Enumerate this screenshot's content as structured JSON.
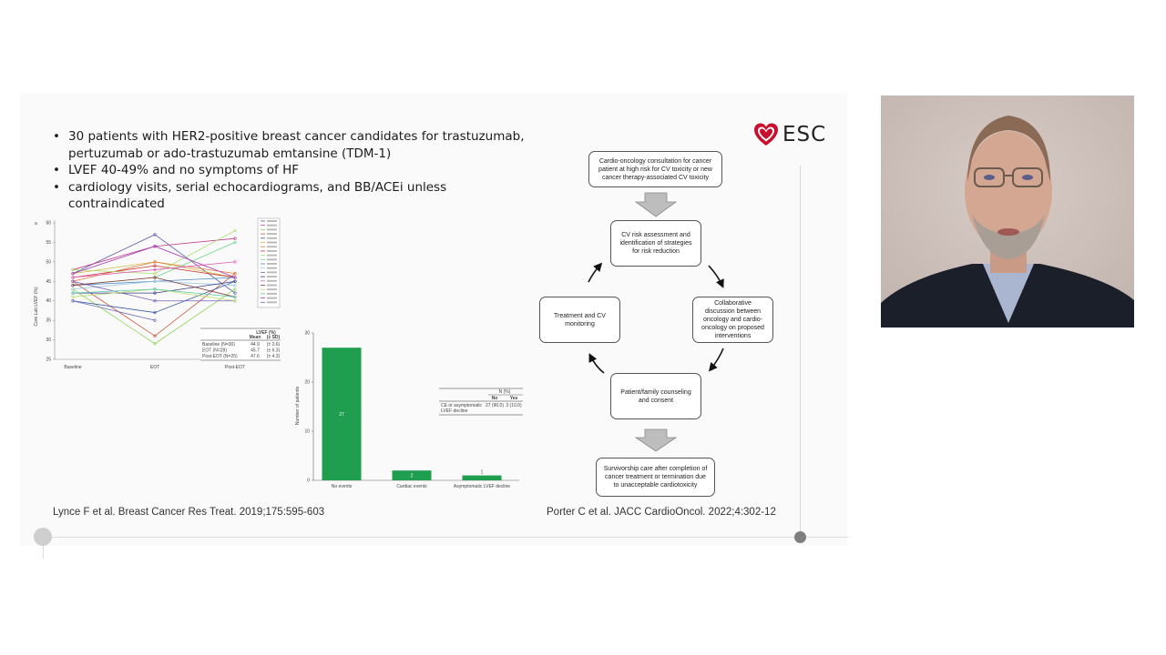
{
  "slide": {
    "bullets": [
      "30 patients with HER2-positive breast cancer candidates for trastuzumab, pertuzumab or ado-trastuzumab emtansine (TDM-1)",
      "LVEF 40-49% and no symptoms of HF",
      "cardiology visits, serial echocardiograms, and BB/ACEi unless contraindicated"
    ],
    "logo": {
      "text": "ESC",
      "icon": "heart-icon",
      "color": "#c8102e"
    },
    "references": {
      "left": "Lynce F et al. Breast Cancer Res Treat. 2019;175:595-603",
      "right": "Porter C et al. JACC CardioOncol. 2022;4:302-12"
    },
    "flowchart": {
      "top": "Cardio-oncology consultation for cancer patient at high risk for CV toxicity or new cancer therapy-associated CV toxicity",
      "cycle": [
        "CV risk assessment and identification of strategies for risk reduction",
        "Collaborative discussion between oncology and cardio-oncology on proposed interventions",
        "Patient/family counseling and consent",
        "Treatment and CV monitoring"
      ],
      "bottom": "Survivorship care after completion of cancer treatment or termination due to unacceptable cardiotoxicity"
    }
  },
  "chart_data": [
    {
      "type": "line",
      "title": "",
      "xlabel": "",
      "ylabel": "Core Lab LVEF (%)",
      "categories": [
        "Baseline",
        "EOT",
        "Post-EOT"
      ],
      "ylim": [
        25,
        60
      ],
      "yticks": [
        25,
        30,
        35,
        40,
        45,
        50,
        55,
        60
      ],
      "panel_label": "a",
      "legend_position": "right",
      "series": [
        {
          "color": "#5a5aa8",
          "values": [
            47,
            57,
            42
          ]
        },
        {
          "color": "#c03a8a",
          "values": [
            48,
            54,
            56
          ]
        },
        {
          "color": "#8fd65a",
          "values": [
            43,
            29,
            43
          ]
        },
        {
          "color": "#c8553a",
          "values": [
            45,
            31,
            47
          ]
        },
        {
          "color": "#3a5aa8",
          "values": [
            40,
            37,
            45
          ]
        },
        {
          "color": "#d4b84a",
          "values": [
            47,
            50,
            46
          ]
        },
        {
          "color": "#e07a3a",
          "values": [
            45,
            50,
            47
          ]
        },
        {
          "color": "#c83a3a",
          "values": [
            46,
            49,
            46
          ]
        },
        {
          "color": "#a8e06a",
          "values": [
            48,
            47,
            58
          ]
        },
        {
          "color": "#6ad48a",
          "values": [
            44,
            46,
            55
          ]
        },
        {
          "color": "#4a8ac8",
          "values": [
            44,
            45,
            46
          ]
        },
        {
          "color": "#9ac8e0",
          "values": [
            43,
            45,
            44
          ]
        },
        {
          "color": "#7a5ab8",
          "values": [
            45,
            40,
            40
          ]
        },
        {
          "color": "#3a3a8a",
          "values": [
            42,
            42,
            45
          ]
        },
        {
          "color": "#e05ab8",
          "values": [
            46,
            48,
            50
          ]
        },
        {
          "color": "#8a3a3a",
          "values": [
            44,
            46,
            41
          ]
        },
        {
          "color": "#b8e06a",
          "values": [
            41,
            43,
            40
          ]
        },
        {
          "color": "#5ac8a8",
          "values": [
            42,
            43,
            41
          ]
        },
        {
          "color": "#a83ab8",
          "values": [
            47,
            54,
            46
          ]
        },
        {
          "color": "#6a6ab8",
          "values": [
            40,
            35,
            null
          ]
        }
      ],
      "summary_table": {
        "header": [
          "",
          "LVEF (%)"
        ],
        "subheader": [
          "",
          "Mean",
          "(± SD)"
        ],
        "rows": [
          [
            "Baseline (N=30)",
            "44.9",
            "(± 2.6)"
          ],
          [
            "EOT (N=28)",
            "45.7",
            "(± 6.3)"
          ],
          [
            "Post-EOT (N=25)",
            "47.6",
            "(± 4.3)"
          ]
        ]
      }
    },
    {
      "type": "bar",
      "title": "",
      "xlabel": "",
      "ylabel": "Number of patients",
      "categories": [
        "No events",
        "Cardiac events",
        "Asymptomatic LVEF decline"
      ],
      "values": [
        27,
        2,
        1
      ],
      "ylim": [
        0,
        30
      ],
      "yticks": [
        0,
        10,
        20,
        30
      ],
      "bar_color": "#1e9e4e",
      "summary_table": {
        "header": [
          "",
          "N (%)"
        ],
        "subheader": [
          "",
          "No",
          "Yes"
        ],
        "rows": [
          [
            "CE or asymptomatic LVEF decline",
            "27 (90.0)",
            "3 (10.0)"
          ]
        ]
      }
    }
  ]
}
